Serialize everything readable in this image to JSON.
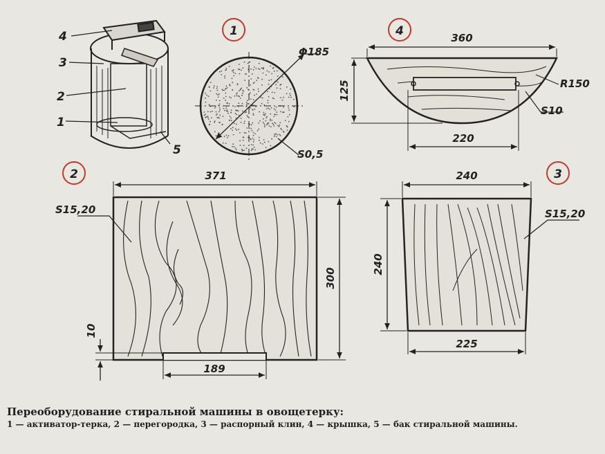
{
  "parts": {
    "p1": "1",
    "p2": "2",
    "p3": "3",
    "p4": "4",
    "p5": "5"
  },
  "views": {
    "v1": "1",
    "v2": "2",
    "v3": "3",
    "v4": "4"
  },
  "disc": {
    "diameter": "Φ185",
    "thickness": "S0,5"
  },
  "lid": {
    "width": "360",
    "height": "125",
    "radius": "R150",
    "thickness": "S10",
    "slot": "220"
  },
  "partition": {
    "width": "371",
    "height": "300",
    "offset": "10",
    "cutout": "189",
    "thickness": "S15,20"
  },
  "wedge": {
    "top": "240",
    "height": "240",
    "bottom": "225",
    "thickness": "S15,20"
  },
  "caption": {
    "title": "Переоборудование стиральной машины в овощетерку:",
    "text": "1 — активатор-терка, 2 — перегородка, 3 — распорный клин, 4 — крышка, 5 — бак стиральной машины."
  },
  "colors": {
    "ink": "#222222",
    "circle_marker": "#c0392b",
    "paper": "#e9e7e1"
  }
}
